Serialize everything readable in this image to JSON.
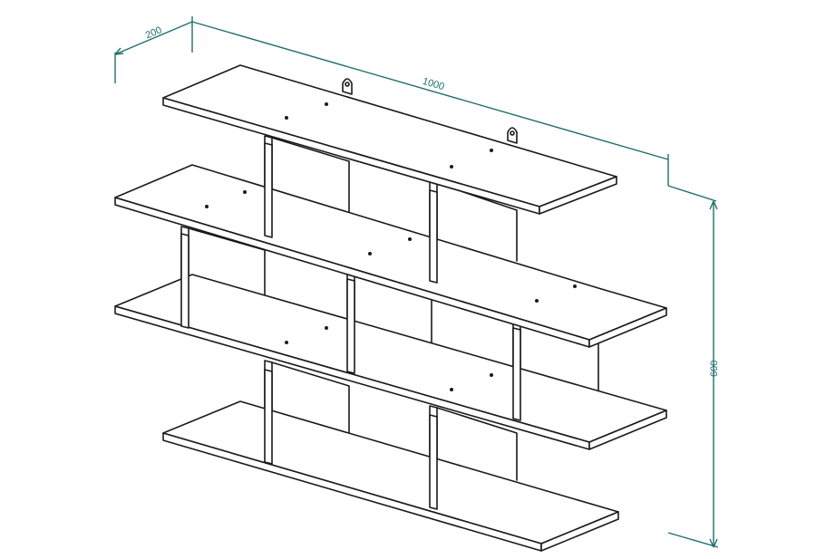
{
  "drawing": {
    "type": "isometric technical drawing of a wall shelf",
    "colors": {
      "line": "#1a1a1a",
      "dimension": "#1f6f6a",
      "background": "#ffffff"
    }
  },
  "dimensions": {
    "depth_label": "200",
    "width_label": "1000",
    "height_label": "600"
  }
}
